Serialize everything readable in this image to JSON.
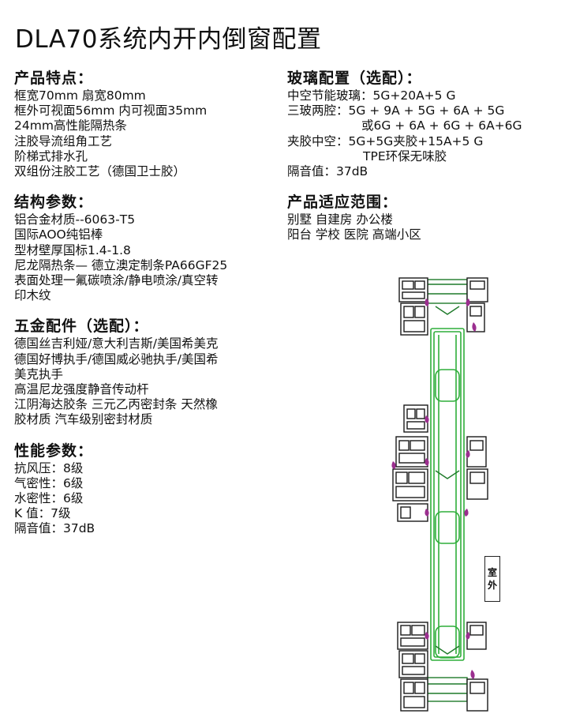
{
  "title": "DLA70系统内开内倒窗配置",
  "features": {
    "heading": "产品特点：",
    "lines": [
      "框宽70mm   扇宽80mm",
      "框外可视面56mm   内可视面35mm",
      "24mm高性能隔热条",
      "注胶导流组角工艺",
      "阶梯式排水孔",
      "双组份注胶工艺（德国卫士胶）"
    ]
  },
  "structure": {
    "heading": "结构参数：",
    "lines": [
      "铝合金材质--6063-T5",
      "国际AOO纯铝棒",
      "型材壁厚国标1.4-1.8",
      "尼龙隔热条— 德立澳定制条PA66GF25",
      "表面处理一氟碳喷涂/静电喷涂/真空转",
      "印木纹"
    ]
  },
  "hardware": {
    "heading": "五金配件（选配）：",
    "lines": [
      "德国丝吉利娅/意大利吉斯/美国希美克",
      "德国好博执手/德国威必驰执手/美国希",
      "美克执手",
      "高温尼龙强度静音传动杆",
      "江阴海达胶条  三元乙丙密封条  天然橡",
      "胶材质  汽车级别密封材质"
    ]
  },
  "performance": {
    "heading": "性能参数：",
    "lines": [
      "抗风压：8级",
      "气密性：6级",
      "水密性：6级",
      "K    值：7级",
      "隔音值：37dB"
    ]
  },
  "glass": {
    "heading": "玻璃配置（选配）：",
    "row1": "中空节能玻璃：5G+20A+5 G",
    "row2": "三玻两腔：5G + 9A + 5G + 6A + 5G",
    "row3": "或6G + 6A + 6G + 6A+6G",
    "row4": "夹胶中空：5G+5G夹胶+15A+5 G",
    "row5": "TPE环保无味胶",
    "row6": "隔音值：37dB"
  },
  "application": {
    "heading": "产品适应范围：",
    "lines": [
      "别墅  自建房  办公楼",
      "阳台  学校  医院  高端小区"
    ]
  },
  "diagram": {
    "outdoor_label_top": "室",
    "outdoor_label_bottom": "外",
    "colors": {
      "profile": "#1a1a1a",
      "glass": "#2fae3a",
      "seal": "#9b2f8f",
      "insulation": "#1f7a2a"
    }
  }
}
